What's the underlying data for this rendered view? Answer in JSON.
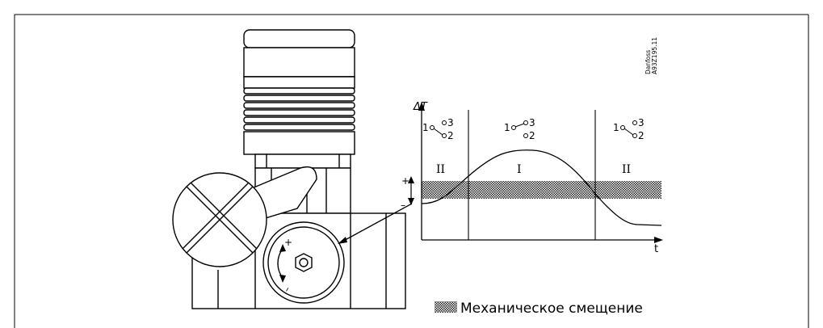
{
  "watermark": {
    "line1": "Danfoss",
    "line2": "A93Z195.11"
  },
  "graph": {
    "y_axis_label": "ΔT",
    "x_axis_label": "t",
    "zones": [
      "II",
      "I",
      "II"
    ],
    "offset_plus": "+",
    "offset_minus": "–",
    "contacts": {
      "left": {
        "c1": "1",
        "c3": "3",
        "c2": "2"
      },
      "middle": {
        "c1": "1",
        "c3": "3",
        "c2": "2"
      },
      "right": {
        "c1": "1",
        "c3": "3",
        "c2": "2"
      }
    }
  },
  "dial": {
    "plus": "+",
    "minus": "–"
  },
  "legend": {
    "label": "Механическое смещение"
  },
  "colors": {
    "line": "#000000",
    "hatch": "#555555",
    "background": "#ffffff"
  }
}
